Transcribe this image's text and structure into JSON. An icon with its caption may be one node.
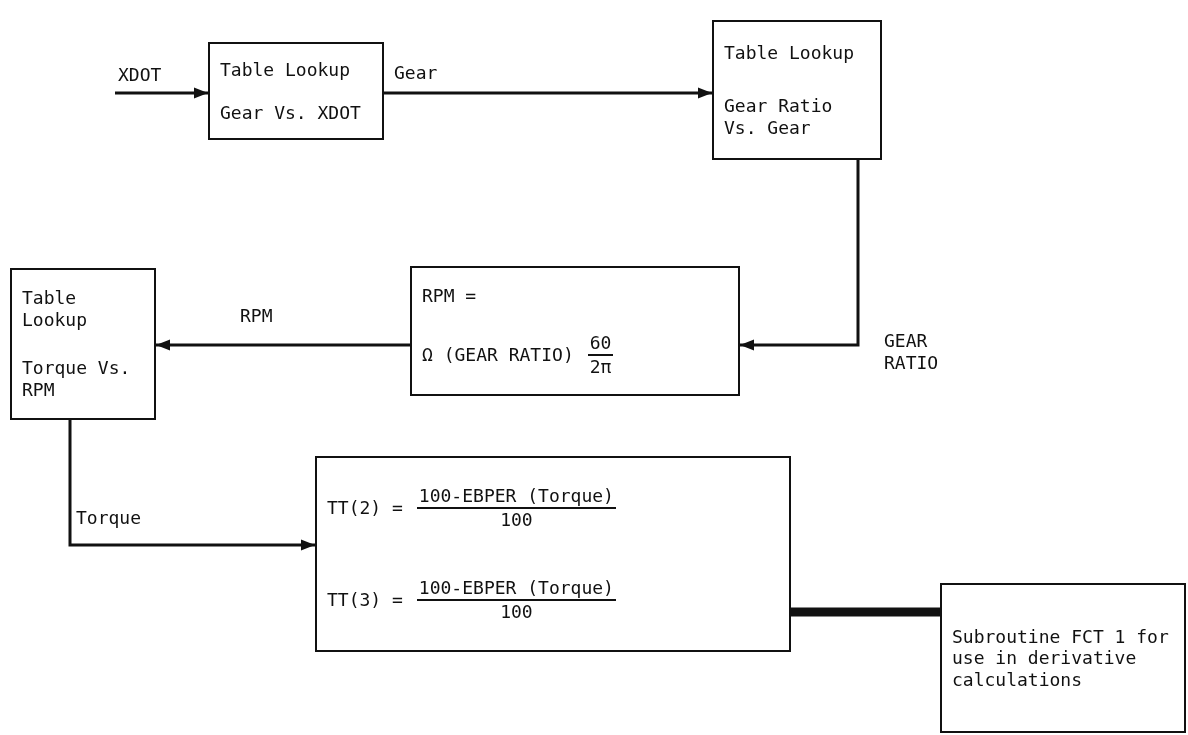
{
  "diagram": {
    "nodes": [
      {
        "text": [
          "Table Lookup",
          "Gear Vs. XDOT"
        ]
      },
      {
        "text": [
          "Table Lookup",
          "Gear Ratio Vs. Gear"
        ]
      },
      {
        "text": [
          "RPM =",
          "Ω (GEAR RATIO)",
          "60",
          "2π"
        ]
      },
      {
        "text": [
          "Table Lookup",
          "Torque Vs. RPM"
        ]
      },
      {
        "text": [
          "TT(2) =",
          "100-EBPER (Torque)",
          "100",
          "TT(3) =",
          "100-EBPER (Torque)",
          "100"
        ]
      },
      {
        "text": [
          "Subroutine FCT 1 for use in derivative calculations"
        ]
      }
    ],
    "edges": [
      {
        "from": null,
        "to": 0,
        "arrow": "to",
        "label": "XDOT"
      },
      {
        "from": 0,
        "to": 1,
        "arrow": "to",
        "label": "Gear"
      },
      {
        "from": 1,
        "to": 2,
        "arrow": "to",
        "label": "GEAR RATIO"
      },
      {
        "from": 2,
        "to": 3,
        "arrow": "to",
        "label": "RPM"
      },
      {
        "from": 3,
        "to": 4,
        "arrow": "to",
        "label": "Torque"
      },
      {
        "from": 4,
        "to": 5,
        "arrow": "to",
        "style": "thick"
      }
    ]
  }
}
